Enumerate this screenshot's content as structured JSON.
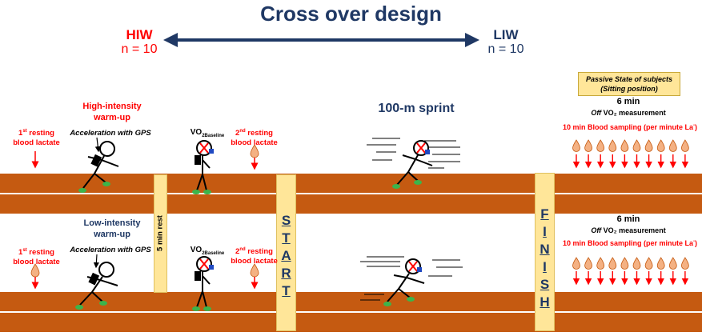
{
  "title": "Cross over design",
  "hiw": {
    "label": "HIW",
    "n": "n = 10"
  },
  "liw": {
    "label": "LIW",
    "n": "n = 10"
  },
  "top_lane": {
    "resting1_num": "1",
    "resting1_sup": "st",
    "resting1_rest": " resting",
    "resting1_line2": "blood lactate",
    "warmup_title_line1": "High-intensity",
    "warmup_title_line2": "warm-up",
    "acceleration": "Acceleration with GPS",
    "vo2": "VO",
    "vo2_sub": "2Baseline",
    "resting2_num": "2",
    "resting2_sup": "nd",
    "resting2_rest": " resting",
    "resting2_line2": "blood lactate",
    "sprint": "100-m sprint",
    "time": "6 min",
    "off_prefix": "Off",
    "off_rest": " VO₂ measurement",
    "sampling": "10 min Blood sampling (per minute La",
    "sampling_sup": "-",
    "sampling_end": ")"
  },
  "bottom_lane": {
    "resting1_num": "1",
    "resting1_sup": "st",
    "resting1_rest": " resting",
    "resting1_line2": "blood lactate",
    "warmup_title_line1": "Low-intensity",
    "warmup_title_line2": "warm-up",
    "acceleration": "Acceleration with GPS",
    "vo2": "VO",
    "vo2_sub": "2Baseline",
    "resting2_num": "2",
    "resting2_sup": "nd",
    "resting2_rest": " resting",
    "resting2_line2": "blood lactate",
    "time": "6 min",
    "off_prefix": "Off",
    "off_rest": " VO₂ measurement",
    "sampling": "10 min Blood sampling (per minute La",
    "sampling_sup": "-",
    "sampling_end": ")"
  },
  "rest_label": "5 min rest",
  "start_letters": [
    "S",
    "T",
    "A",
    "R",
    "T"
  ],
  "finish_letters": [
    "F",
    "I",
    "N",
    "I",
    "S",
    "H"
  ],
  "passive": {
    "line1": "Passive State of subjects",
    "line2": "(Sitting position)"
  },
  "colors": {
    "track": "#c55a11",
    "pillar": "#ffe699",
    "navy": "#1f3864",
    "red": "#ff0000",
    "drop": "#f4b183",
    "shoe": "#3cb44b"
  }
}
